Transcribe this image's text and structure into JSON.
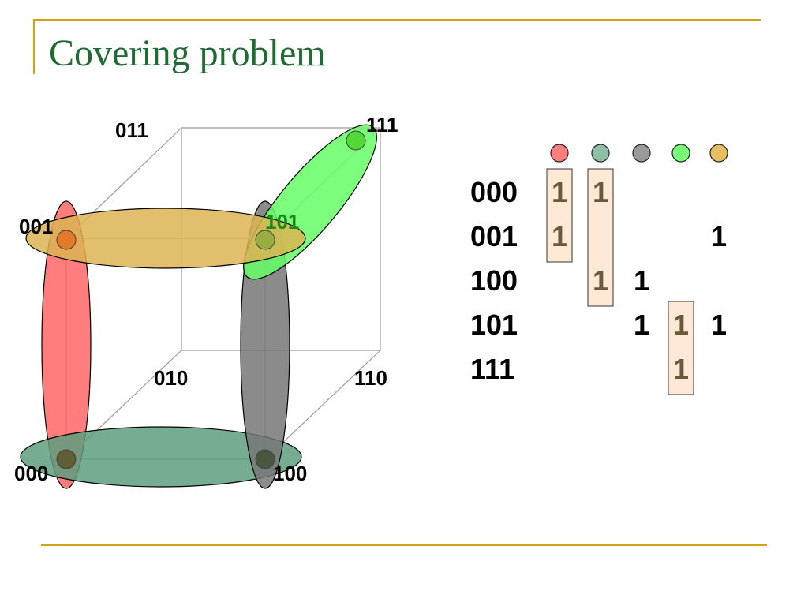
{
  "slide": {
    "title": "Covering problem"
  },
  "cube": {
    "vertices": [
      {
        "id": "011",
        "label": "011"
      },
      {
        "id": "111",
        "label": "111"
      },
      {
        "id": "001",
        "label": "001"
      },
      {
        "id": "101",
        "label": "101"
      },
      {
        "id": "010",
        "label": "010"
      },
      {
        "id": "110",
        "label": "110"
      },
      {
        "id": "000",
        "label": "000"
      },
      {
        "id": "100",
        "label": "100"
      }
    ],
    "covers": [
      {
        "id": "red",
        "color": "#ff6666",
        "vertices": [
          "000",
          "001"
        ]
      },
      {
        "id": "teal",
        "color": "#6aa58a",
        "vertices": [
          "000",
          "100"
        ]
      },
      {
        "id": "gray",
        "color": "#808080",
        "vertices": [
          "100",
          "101"
        ]
      },
      {
        "id": "green",
        "color": "#66ff66",
        "vertices": [
          "101",
          "111"
        ]
      },
      {
        "id": "gold",
        "color": "#e0bb5a",
        "vertices": [
          "001",
          "101"
        ]
      }
    ]
  },
  "matrix": {
    "columns": [
      {
        "cover": "red",
        "color": "#ff7f7f"
      },
      {
        "cover": "teal",
        "color": "#8fbfa6"
      },
      {
        "cover": "gray",
        "color": "#9a9a9a"
      },
      {
        "cover": "green",
        "color": "#77ff77"
      },
      {
        "cover": "gold",
        "color": "#e6bf60"
      }
    ],
    "rows": [
      {
        "label": "000",
        "cells": [
          "1",
          "1",
          "",
          "",
          ""
        ]
      },
      {
        "label": "001",
        "cells": [
          "1",
          "",
          "",
          "",
          "1"
        ]
      },
      {
        "label": "100",
        "cells": [
          "",
          "1",
          "1",
          "",
          ""
        ]
      },
      {
        "label": "101",
        "cells": [
          "",
          "",
          "1",
          "1",
          "1"
        ]
      },
      {
        "label": "111",
        "cells": [
          "",
          "",
          "",
          "1",
          ""
        ]
      }
    ],
    "selected_columns": [
      0,
      1,
      3
    ],
    "selected_color": "#fde9d6",
    "selected_text_color": "#6b5a3a",
    "normal_text_color": "#000000"
  }
}
